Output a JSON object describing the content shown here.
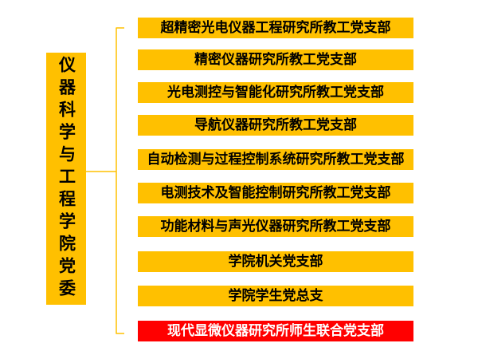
{
  "colors": {
    "gold": "#FFC000",
    "red": "#FF0000",
    "line": "#FFC000",
    "text_dark": "#000000",
    "text_light": "#FFFFFF"
  },
  "root": {
    "label": "仪器科学与工程学院党委"
  },
  "branches": [
    {
      "label": "超精密光电仪器工程研究所教工党支部",
      "highlight": false
    },
    {
      "label": "精密仪器研究所教工党支部",
      "highlight": false
    },
    {
      "label": "光电测控与智能化研究所教工党支部",
      "highlight": false
    },
    {
      "label": "导航仪器研究所教工党支部",
      "highlight": false
    },
    {
      "label": "自动检测与过程控制系统研究所教工党支部",
      "highlight": false
    },
    {
      "label": "电测技术及智能控制研究所教工党支部",
      "highlight": false
    },
    {
      "label": "功能材料与声光仪器研究所教工党支部",
      "highlight": false
    },
    {
      "label": "学院机关党支部",
      "highlight": false
    },
    {
      "label": "学院学生党总支",
      "highlight": false
    },
    {
      "label": "现代显微仪器研究所师生联合党支部",
      "highlight": true
    }
  ]
}
